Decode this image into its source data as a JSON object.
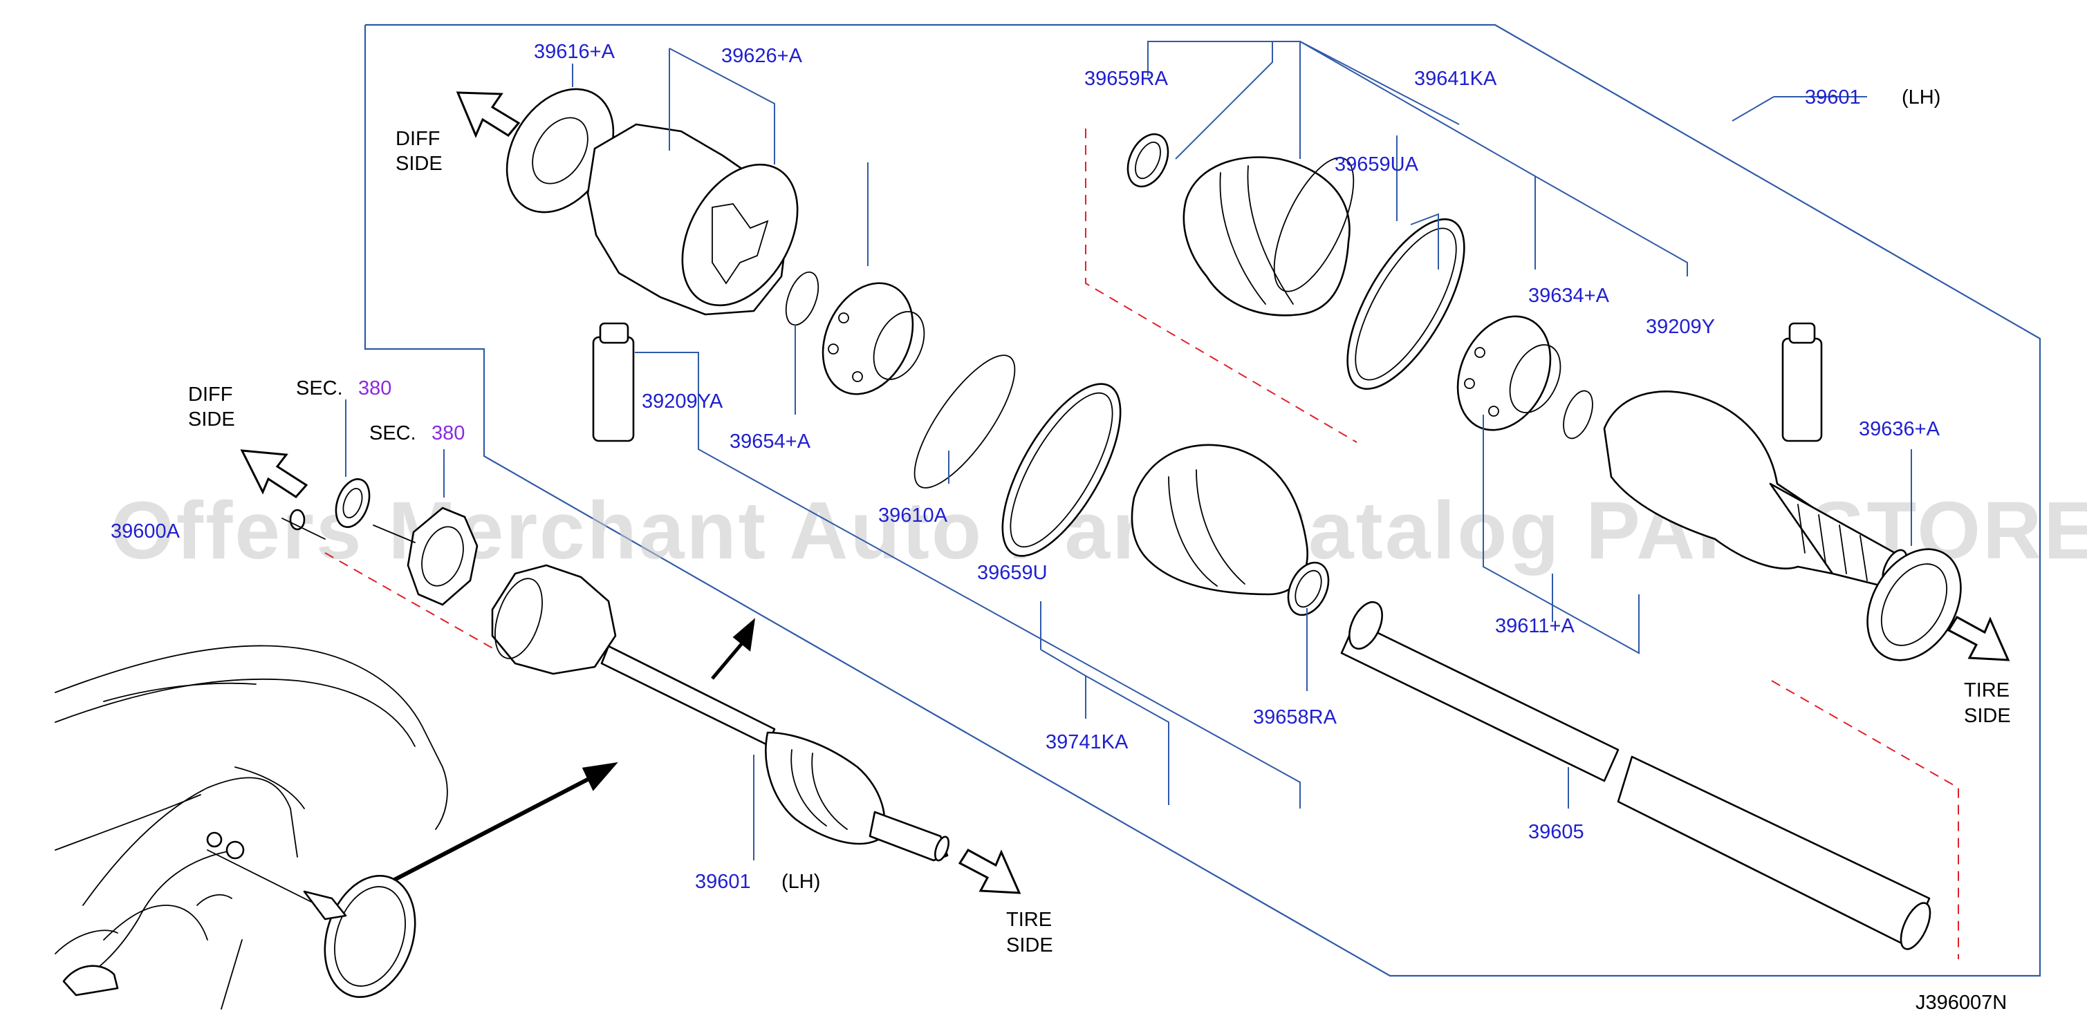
{
  "diagram": {
    "drawing_code": "J396007N",
    "watermark": "Offers Merchant Auto Parts Catalog PARTSTORE.SA",
    "direction_labels": {
      "diff_side_line1": "DIFF",
      "diff_side_line2": "SIDE",
      "tire_side_line1": "TIRE",
      "tire_side_line2": "SIDE"
    },
    "section_refs": [
      {
        "prefix": "SEC.",
        "number": "380"
      },
      {
        "prefix": "SEC.",
        "number": "380"
      }
    ],
    "part_labels": [
      "39616+A",
      "39626+A",
      "39659RA",
      "39641KA",
      "39601",
      "(LH)",
      "39659UA",
      "39634+A",
      "39209Y",
      "39209YA",
      "39654+A",
      "39636+A",
      "39600A",
      "39610A",
      "39659U",
      "39611+A",
      "39741KA",
      "39658RA",
      "39605",
      "39601",
      "(LH)"
    ]
  },
  "colors": {
    "part_number": "#1f1fd0",
    "section_number": "#8a2be2",
    "leader_line": "#2f5aa8",
    "hidden_line": "#e0202a"
  }
}
